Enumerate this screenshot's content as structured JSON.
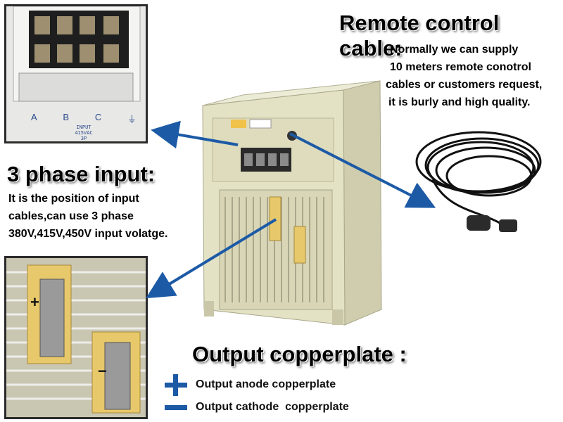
{
  "remote": {
    "title": "Remote control cable:",
    "lines": [
      "Normally we can supply",
      "10 meters remote conotrol",
      "cables or customers request,",
      "it is burly and high quality."
    ]
  },
  "input": {
    "title": "3 phase input:",
    "lines": [
      "It is the position of input",
      "cables,can use 3 phase",
      "380V,415V,450V input volatge."
    ]
  },
  "output": {
    "title": "Output copperplate :",
    "anode_label": "Output anode copperplate",
    "cathode_label": "Output cathode  copperplate"
  },
  "inset_input": {
    "phase_labels": [
      "A",
      "B",
      "C"
    ],
    "ground_symbol": "⏚",
    "panel_text": [
      "INPUT",
      "415VAC",
      "3P"
    ]
  },
  "inset_output": {
    "plus_mark": "+",
    "minus_mark": "−"
  },
  "colors": {
    "accent_blue": "#1c5aa6",
    "cabinet": "#e4e2c4",
    "copper_plate": "#e7c86a"
  }
}
